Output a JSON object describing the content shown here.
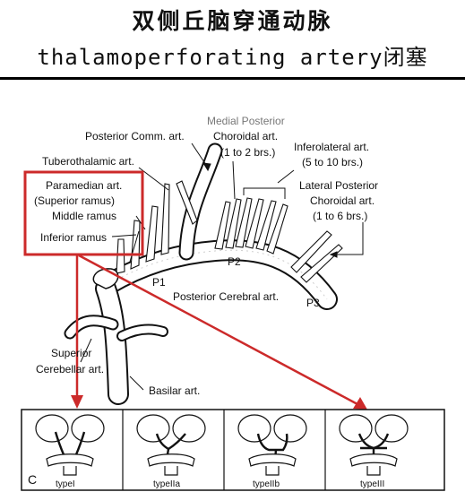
{
  "header": {
    "title_cn": "双侧丘脑穿通动脉",
    "title_en": "thalamoperforating artery闭塞"
  },
  "labels": {
    "posterior_comm": "Posterior Comm. art.",
    "medial_posterior_1": "Medial Posterior",
    "medial_posterior_2": "Choroidal art.",
    "medial_posterior_3": "(1 to 2 brs.)",
    "tuberothalamic": "Tuberothalamic art.",
    "paramedian_1": "Paramedian art.",
    "paramedian_2": "(Superior ramus)",
    "middle_ramus": "Middle ramus",
    "inferior_ramus": "Inferior ramus",
    "inferolateral_1": "Inferolateral art.",
    "inferolateral_2": "(5 to 10 brs.)",
    "lateral_posterior_1": "Lateral Posterior",
    "lateral_posterior_2": "Choroidal art.",
    "lateral_posterior_3": "(1 to 6 brs.)",
    "p1": "P1",
    "p2": "P2",
    "p3": "P3",
    "posterior_cerebral": "Posterior Cerebral art.",
    "superior_cerebellar_1": "Superior",
    "superior_cerebellar_2": "Cerebellar art.",
    "basilar": "Basilar art."
  },
  "panel": {
    "letter": "C",
    "types": [
      "typeI",
      "typeIIa",
      "typeIIb",
      "typeIII"
    ]
  },
  "colors": {
    "highlight": "#cc2a2a",
    "ink": "#111111"
  }
}
